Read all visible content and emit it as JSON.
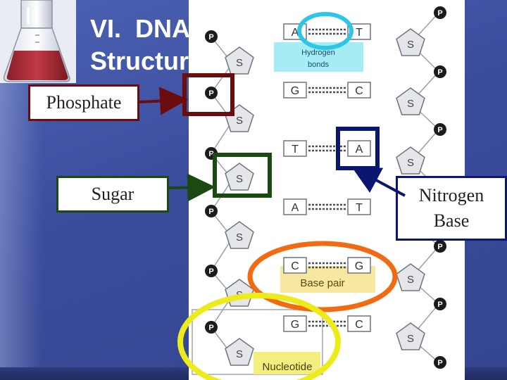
{
  "title": "VI.  DNA\nStructure",
  "labels": {
    "phosphate": "Phosphate",
    "sugar": "Sugar",
    "nitrogen_base": "Nitrogen\nBase"
  },
  "diagram": {
    "hydrogen_bonds_label": "Hydrogen bonds",
    "base_pair_label": "Base pair",
    "nucleotide_label": "Nucleotide",
    "phosphate_symbol": "P",
    "sugar_symbol": "S",
    "base_pairs": [
      {
        "left": "A",
        "right": "T"
      },
      {
        "left": "G",
        "right": "C"
      },
      {
        "left": "T",
        "right": "A"
      },
      {
        "left": "A",
        "right": "T"
      },
      {
        "left": "C",
        "right": "G"
      },
      {
        "left": "G",
        "right": "C"
      }
    ]
  },
  "colors": {
    "slide_background": "#3b4f9e",
    "phosphate_box": "#6b0d0d",
    "sugar_box": "#1a4a12",
    "nitrogen_box": "#0b1670",
    "hydrogen_ellipse": "#2ec6e6",
    "base_pair_ellipse": "#f26a12",
    "nucleotide_ellipse": "#ecec1a",
    "hydrogen_highlight": "#a6ecf5",
    "base_pair_highlight": "#f7e8a0",
    "nucleotide_highlight": "#f3ee80"
  },
  "icons": [
    "flask-icon"
  ]
}
